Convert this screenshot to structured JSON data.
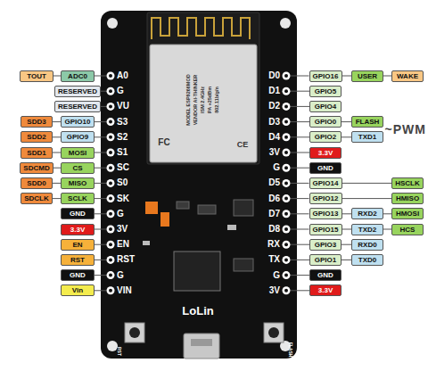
{
  "diagram": {
    "nodes": [
      {
        "text": [
          "TOUT"
        ]
      },
      {
        "text": [
          "ADC0"
        ]
      },
      {
        "text": [
          "RESERVED"
        ]
      },
      {
        "text": [
          "RESERVED"
        ]
      },
      {
        "text": [
          "SDD3"
        ]
      },
      {
        "text": [
          "GPIO10"
        ]
      },
      {
        "text": [
          "SDD2"
        ]
      },
      {
        "text": [
          "GPIO9"
        ]
      },
      {
        "text": [
          "SDD1"
        ]
      },
      {
        "text": [
          "MOSI"
        ]
      },
      {
        "text": [
          "SDCMD"
        ]
      },
      {
        "text": [
          "CS"
        ]
      },
      {
        "text": [
          "SDD0"
        ]
      },
      {
        "text": [
          "MISO"
        ]
      },
      {
        "text": [
          "SDCLK"
        ]
      },
      {
        "text": [
          "SCLK"
        ]
      },
      {
        "text": [
          "GND"
        ]
      },
      {
        "text": [
          "3.3V"
        ]
      },
      {
        "text": [
          "EN"
        ]
      },
      {
        "text": [
          "RST"
        ]
      },
      {
        "text": [
          "GND"
        ]
      },
      {
        "text": [
          "Vin"
        ]
      },
      {
        "text": [
          "GPIO16"
        ]
      },
      {
        "text": [
          "USER"
        ]
      },
      {
        "text": [
          "WAKE"
        ]
      },
      {
        "text": [
          "GPIO5"
        ]
      },
      {
        "text": [
          "GPIO4"
        ]
      },
      {
        "text": [
          "GPIO0"
        ]
      },
      {
        "text": [
          "FLASH"
        ]
      },
      {
        "text": [
          "GPIO2"
        ]
      },
      {
        "text": [
          "TXD1"
        ]
      },
      {
        "text": [
          "3.3V"
        ]
      },
      {
        "text": [
          "GND"
        ]
      },
      {
        "text": [
          "GPIO14"
        ]
      },
      {
        "text": [
          "HSCLK"
        ]
      },
      {
        "text": [
          "GPIO12"
        ]
      },
      {
        "text": [
          "HMISO"
        ]
      },
      {
        "text": [
          "GPIO13"
        ]
      },
      {
        "text": [
          "RXD2"
        ]
      },
      {
        "text": [
          "HMOSI"
        ]
      },
      {
        "text": [
          "GPIO15"
        ]
      },
      {
        "text": [
          "TXD2"
        ]
      },
      {
        "text": [
          "HCS"
        ]
      },
      {
        "text": [
          "GPIO3"
        ]
      },
      {
        "text": [
          "RXD0"
        ]
      },
      {
        "text": [
          "GPIO1"
        ]
      },
      {
        "text": [
          "TXD0"
        ]
      },
      {
        "text": [
          "GND"
        ]
      },
      {
        "text": [
          "3.3V"
        ]
      }
    ],
    "edges": [
      {
        "from": 0,
        "to": 1,
        "arrow": "none"
      },
      {
        "from": 4,
        "to": 5,
        "arrow": "none"
      },
      {
        "from": 6,
        "to": 7,
        "arrow": "none"
      },
      {
        "from": 8,
        "to": 9,
        "arrow": "none"
      },
      {
        "from": 10,
        "to": 11,
        "arrow": "none"
      },
      {
        "from": 12,
        "to": 13,
        "arrow": "none"
      },
      {
        "from": 14,
        "to": 15,
        "arrow": "none"
      },
      {
        "from": 22,
        "to": 23,
        "arrow": "none"
      },
      {
        "from": 23,
        "to": 24,
        "arrow": "none"
      },
      {
        "from": 27,
        "to": 28,
        "arrow": "none"
      },
      {
        "from": 29,
        "to": 30,
        "arrow": "none"
      },
      {
        "from": 33,
        "to": 34,
        "arrow": "none"
      },
      {
        "from": 35,
        "to": 36,
        "arrow": "none"
      },
      {
        "from": 37,
        "to": 38,
        "arrow": "none"
      },
      {
        "from": 38,
        "to": 39,
        "arrow": "none"
      },
      {
        "from": 40,
        "to": 41,
        "arrow": "none"
      },
      {
        "from": 41,
        "to": 42,
        "arrow": "none"
      },
      {
        "from": 43,
        "to": 44,
        "arrow": "none"
      },
      {
        "from": 45,
        "to": 46,
        "arrow": "none"
      }
    ],
    "labels": [
      "A0",
      "G",
      "VU",
      "S3",
      "S2",
      "S1",
      "SC",
      "S0",
      "SK",
      "G",
      "3V",
      "EN",
      "RST",
      "G",
      "VIN",
      "D0",
      "D1",
      "D2",
      "D3",
      "D4",
      "3V",
      "G",
      "D5",
      "D6",
      "D7",
      "D8",
      "RX",
      "TX",
      "G",
      "3V",
      "~PWM",
      "LoLin",
      "RST",
      "FLASH",
      "MODEL ESP8266MOD",
      "VENDOR AI-THINKER",
      "ISM 2.4GHz",
      "PA +25dBm",
      "802.11b/g/n",
      "FC",
      "CE"
    ]
  }
}
